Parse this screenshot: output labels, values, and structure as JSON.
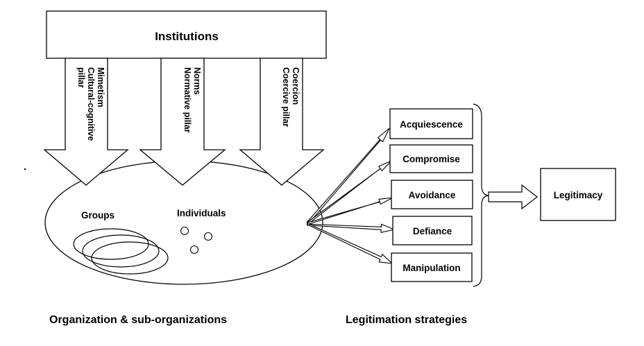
{
  "institutions": {
    "label": "Institutions"
  },
  "pillars": [
    {
      "name": "mimetism",
      "lines": [
        "Mimetism",
        "Cultural-cognitive",
        "pillar"
      ]
    },
    {
      "name": "norms",
      "lines": [
        "Norms",
        "Normative pillar"
      ]
    },
    {
      "name": "coercion",
      "lines": [
        "Coercion",
        "Coercive pillar"
      ]
    }
  ],
  "organization": {
    "groups_label": "Groups",
    "individuals_label": "Individuals",
    "caption": "Organization & sub-organizations"
  },
  "strategies": {
    "items": [
      "Acquiescence",
      "Compromise",
      "Avoidance",
      "Defiance",
      "Manipulation"
    ],
    "caption": "Legitimation strategies"
  },
  "outcome": {
    "label": "Legitimacy"
  }
}
